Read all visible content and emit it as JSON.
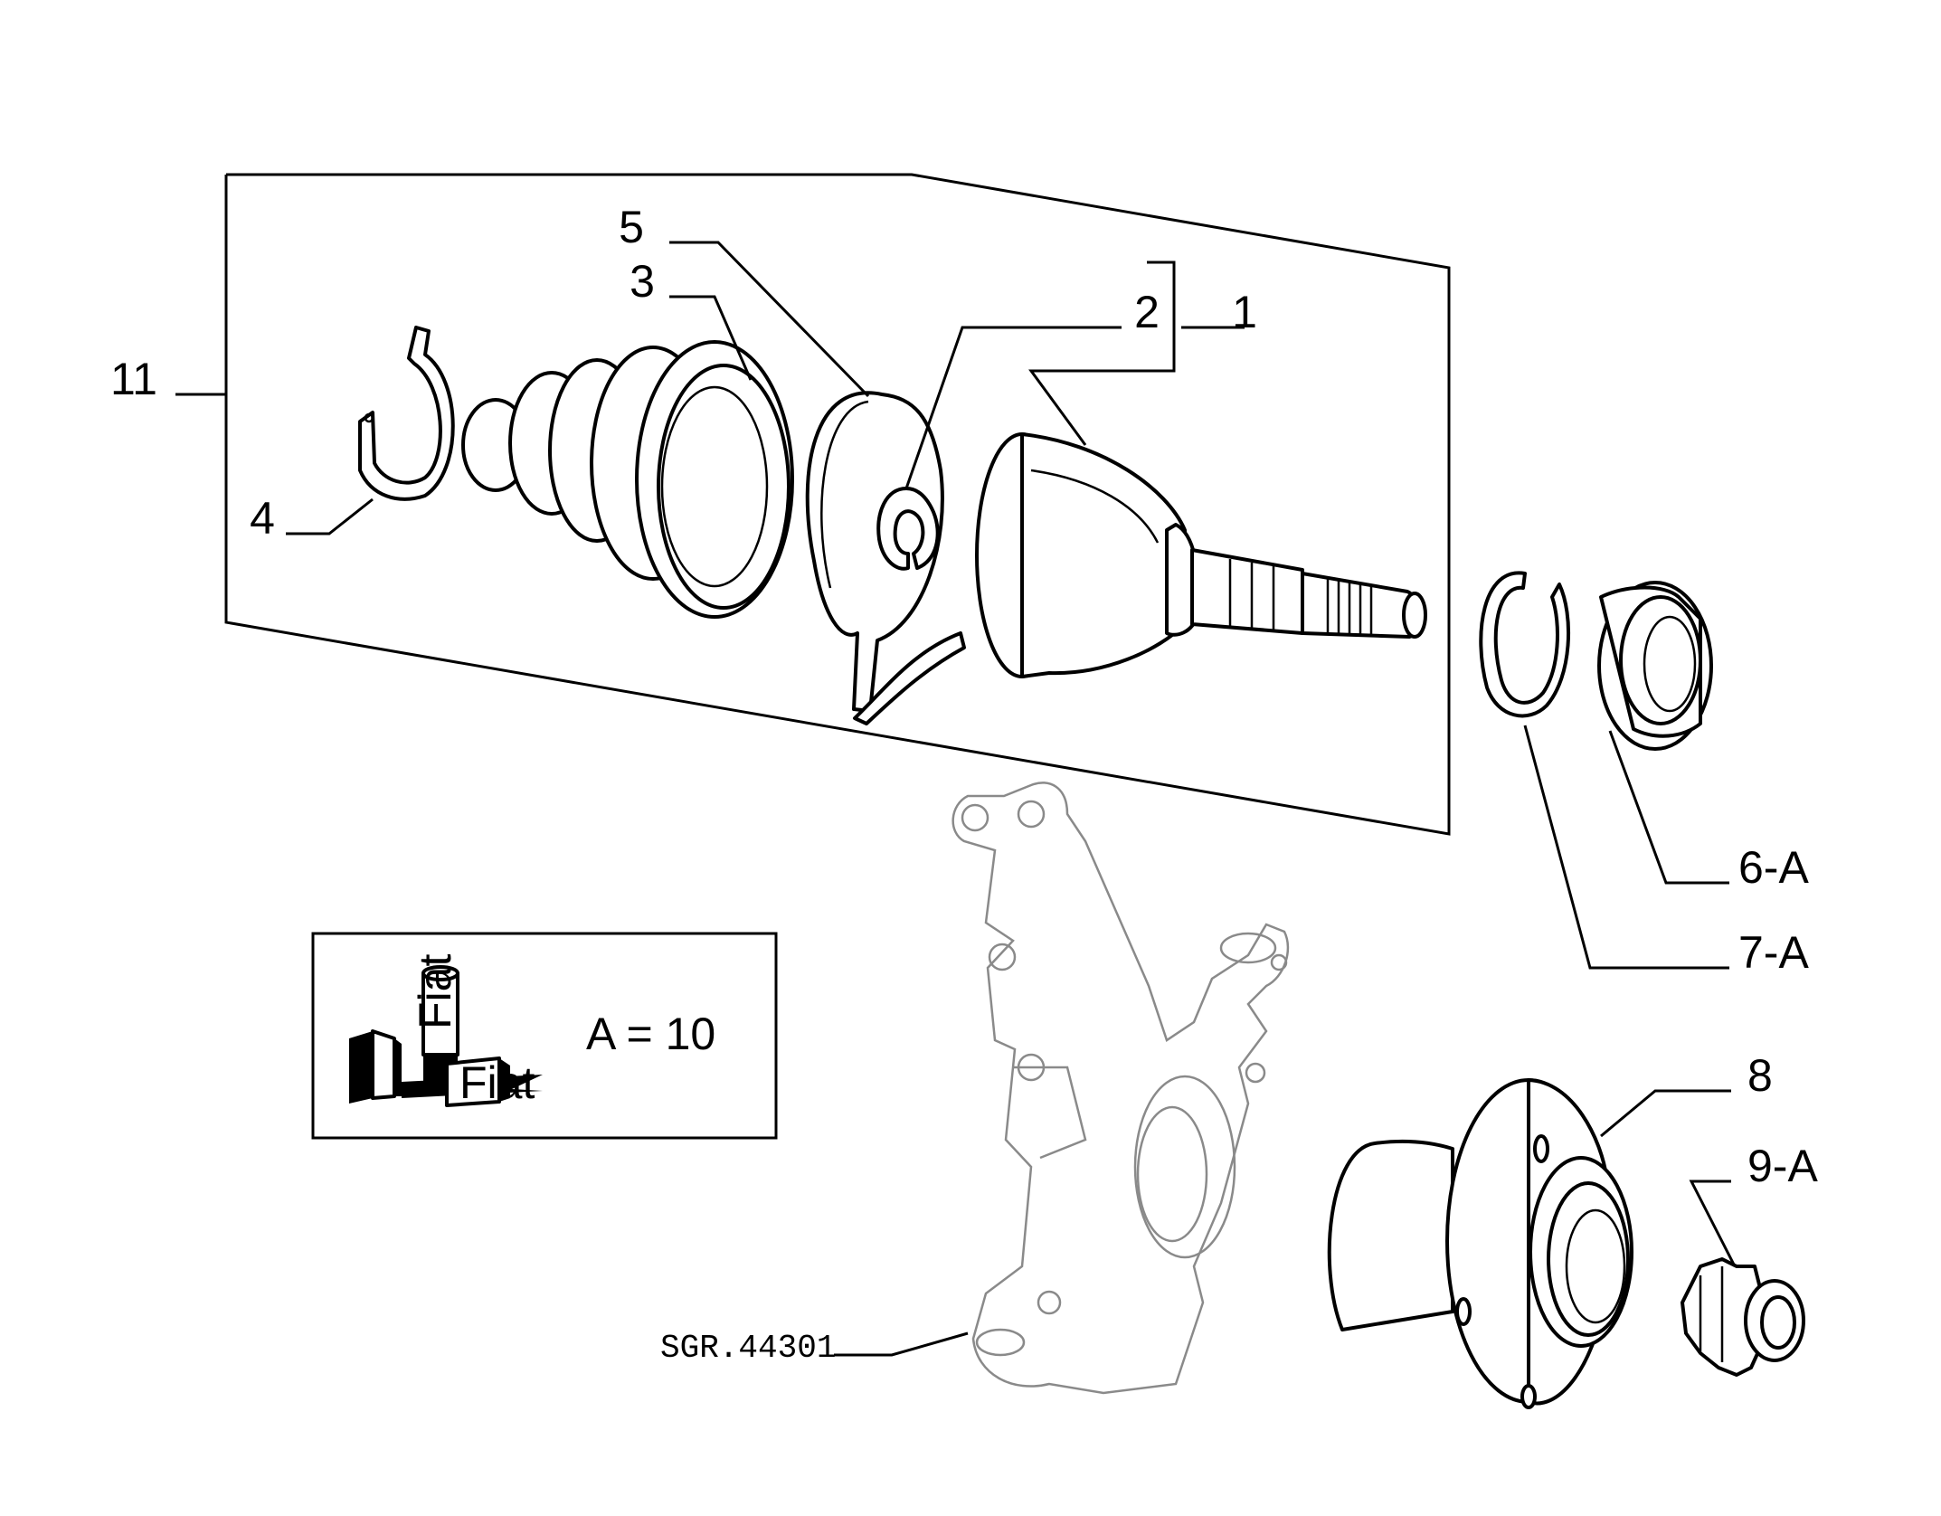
{
  "callouts": {
    "c1": "1",
    "c2": "2",
    "c3": "3",
    "c4": "4",
    "c5": "5",
    "c6": "6-A",
    "c7": "7-A",
    "c8": "8",
    "c9": "9-A",
    "c11": "11"
  },
  "legend": {
    "text": "A = 10",
    "can_lettering": "Fiat"
  },
  "drawing_code": "SGR.44301"
}
